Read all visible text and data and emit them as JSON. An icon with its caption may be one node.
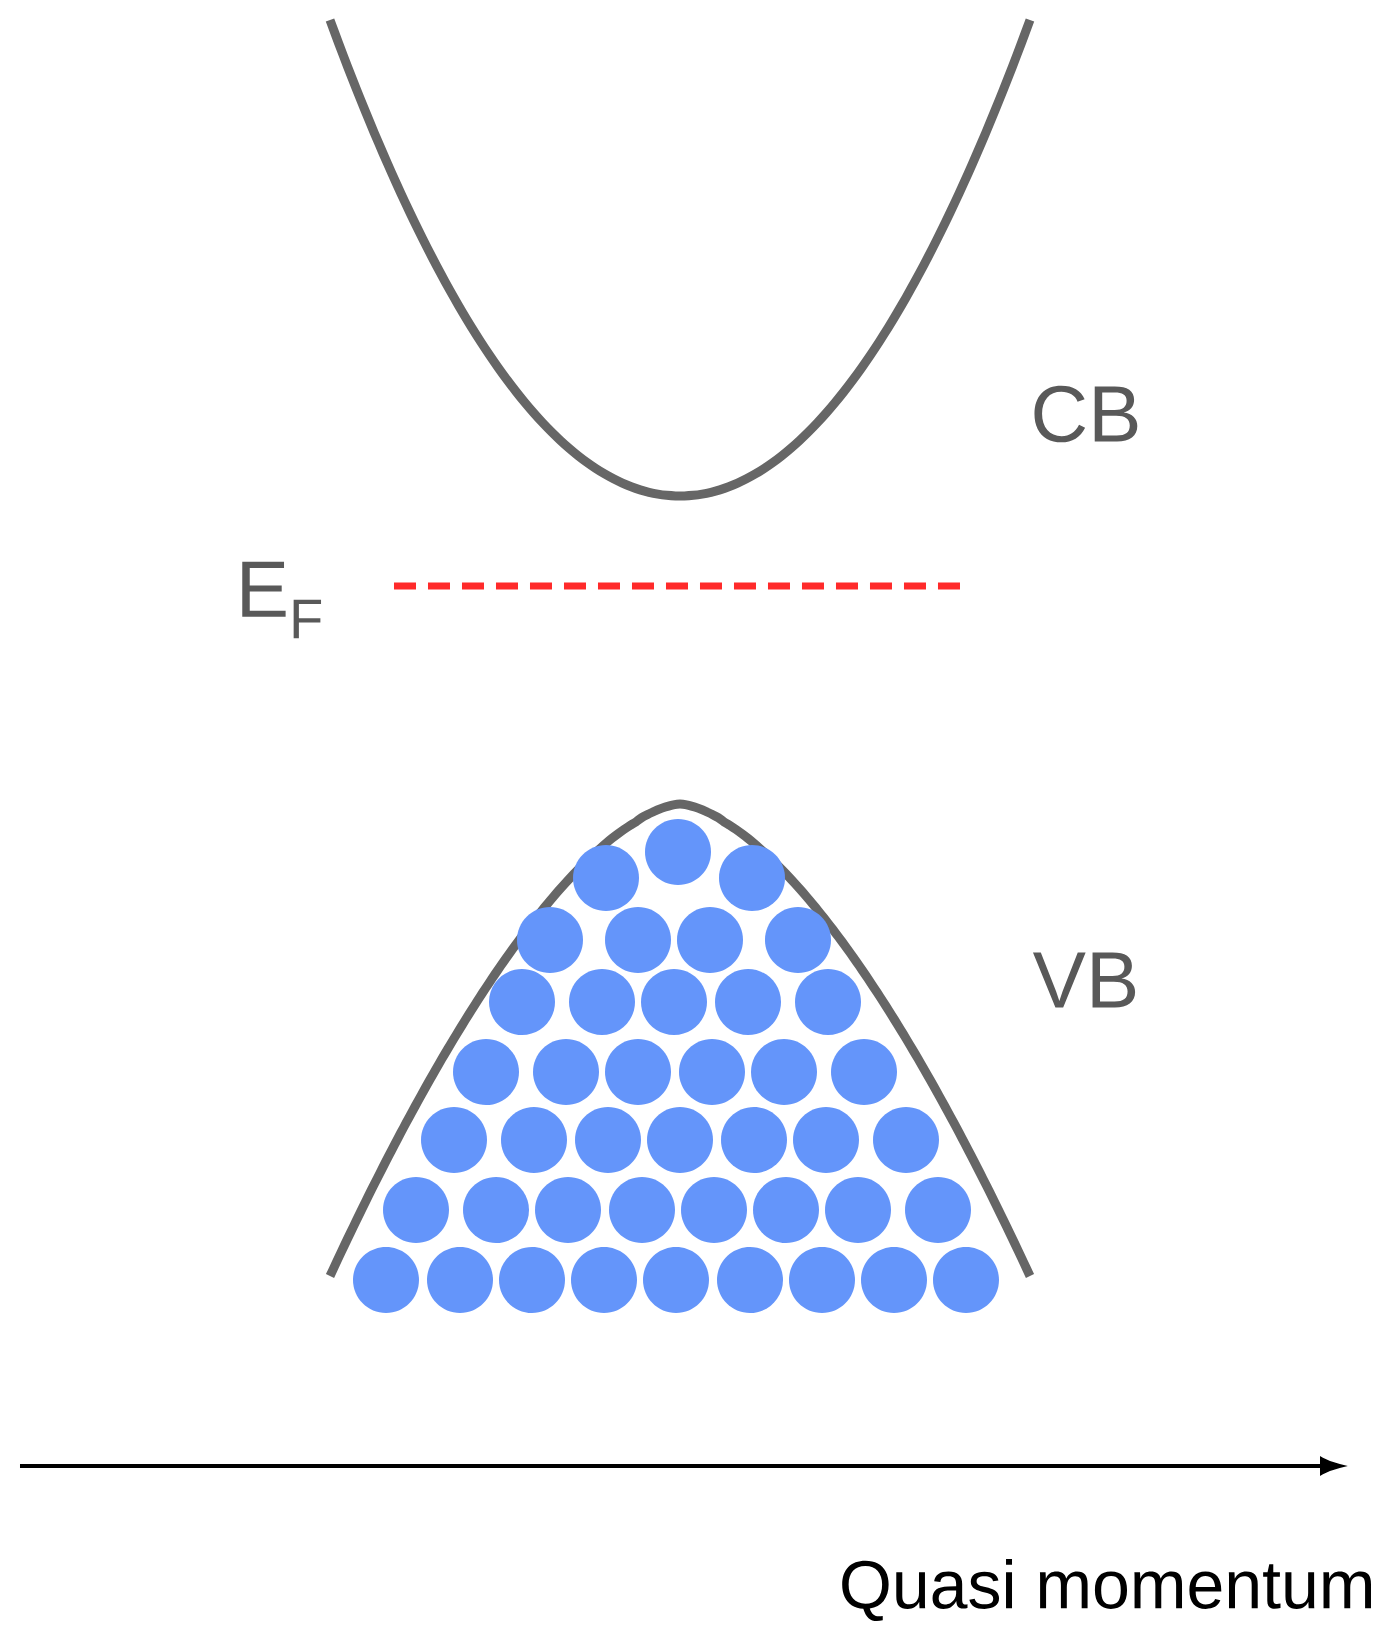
{
  "diagram": {
    "labels": [
      "CB",
      "E$_{F}$",
      "VB",
      "Quasi momentum"
    ]
  }
}
